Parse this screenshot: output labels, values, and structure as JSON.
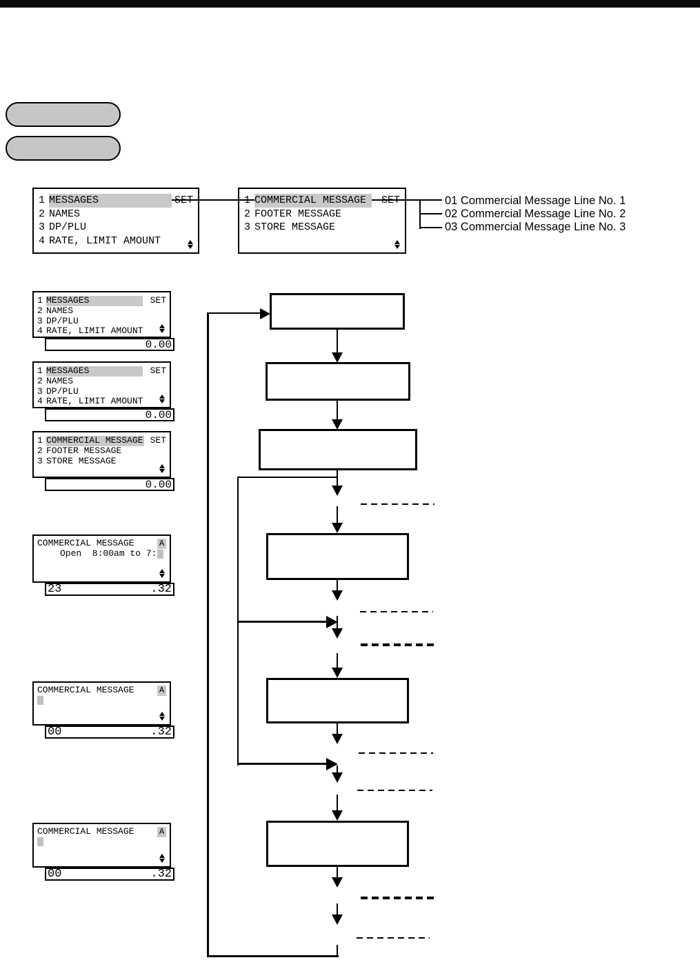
{
  "colors": {
    "highlight": "#c9c9c9",
    "pill_fill": "#c6c6c6",
    "ink": "#000000"
  },
  "icons": {
    "scroll_arrows": "up-down-triangles"
  },
  "menus": {
    "main": {
      "items": [
        {
          "num": "1",
          "label": "MESSAGES",
          "suffix": "SET"
        },
        {
          "num": "2",
          "label": "NAMES",
          "suffix": ""
        },
        {
          "num": "3",
          "label": "DP/PLU",
          "suffix": ""
        },
        {
          "num": "4",
          "label": "RATE, LIMIT AMOUNT",
          "suffix": ""
        }
      ]
    },
    "messages": {
      "items": [
        {
          "num": "1",
          "label": "COMMERCIAL MESSAGE",
          "suffix": "SET"
        },
        {
          "num": "2",
          "label": "FOOTER MESSAGE",
          "suffix": ""
        },
        {
          "num": "3",
          "label": "STORE MESSAGE",
          "suffix": ""
        }
      ]
    }
  },
  "branch_labels": {
    "line1": "01 Commercial Message Line No. 1",
    "line2": "02 Commercial Message Line No. 2",
    "line3": "03 Commercial Message Line No. 3"
  },
  "editor": {
    "title": "COMMERCIAL MESSAGE",
    "mode": "A",
    "typed_text": "Open  8:00am to 7:"
  },
  "rear_display": {
    "zero_amount": "0.00",
    "char_count_typed": "23",
    "char_count_empty": "00",
    "amount": ".32"
  }
}
